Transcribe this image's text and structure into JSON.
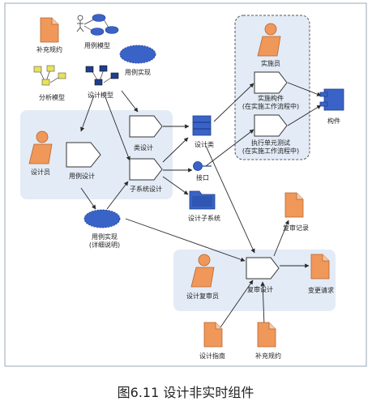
{
  "figure": {
    "caption": "图6.11 设计非实时组件"
  },
  "labels": {
    "supplement_spec_top": "补充规约",
    "use_case_model": "用例模型",
    "use_case_realization": "用例实现",
    "analysis_model": "分析模型",
    "design_model": "设计模型",
    "implementer": "实施员",
    "implement_class_1": "实施构件",
    "implement_class_2": "(在实施工作流程中)",
    "unit_test_1": "执行单元测试",
    "unit_test_2": "(在实施工作流程中)",
    "component": "构件",
    "designer": "设计员",
    "use_case_design": "用例设计",
    "class_design": "类设计",
    "design_class": "设计类",
    "subsystem_design": "子系统设计",
    "interface": "接口",
    "design_subsystem": "设计子系统",
    "use_case_realization_detail_1": "用例实现",
    "use_case_realization_detail_2": "(详细说明)",
    "review_record": "复审记录",
    "design_reviewer": "设计复审员",
    "review_design": "复审设计",
    "change_request": "变更请求",
    "design_guidelines": "设计指南",
    "supplement_spec_bottom": "补充规约"
  },
  "colors": {
    "panel_fill": "#e3ebf6",
    "orange": "#f0975a",
    "orange_stroke": "#b8662f",
    "blue": "#3a63c8",
    "blue_dark": "#1f3f8f",
    "yellow": "#e8e25a",
    "line": "#2a2a2a"
  }
}
